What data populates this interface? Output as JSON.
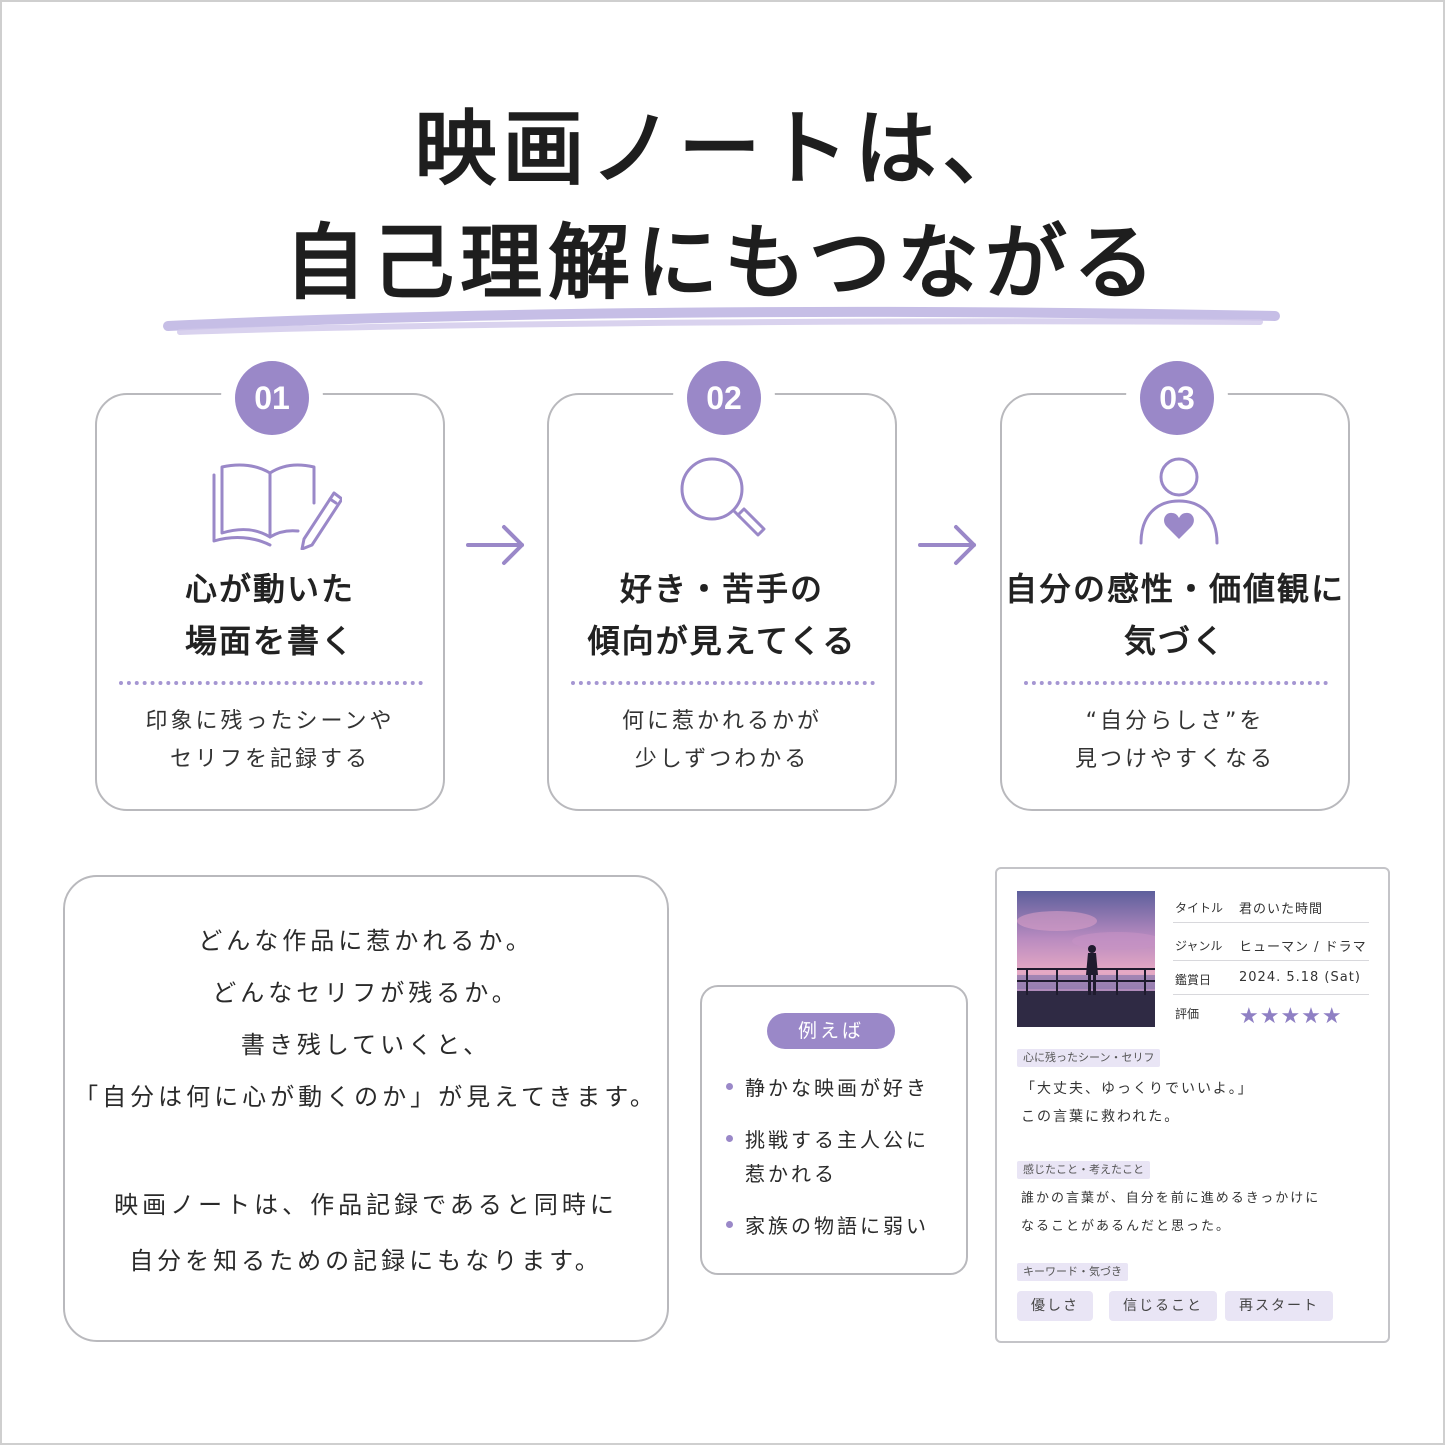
{
  "title": {
    "line1": "映画ノートは、",
    "line2": "自己理解にもつながる"
  },
  "steps": [
    {
      "number": "01",
      "icon": "book-pencil-icon",
      "heading_line1": "心が動いた",
      "heading_line2": "場面を書く",
      "text_line1": "印象に残ったシーンや",
      "text_line2": "セリフを記録する"
    },
    {
      "number": "02",
      "icon": "magnifier-icon",
      "heading_line1": "好き・苦手の",
      "heading_line2": "傾向が見えてくる",
      "text_line1": "何に惹かれるかが",
      "text_line2": "少しずつわかる"
    },
    {
      "number": "03",
      "icon": "person-heart-icon",
      "heading_line1": "自分の感性・価値観に",
      "heading_line2": "気づく",
      "text_line1": "“自分らしさ”を",
      "text_line2": "見つけやすくなる"
    }
  ],
  "summary": {
    "lines": [
      "どんな作品に惹かれるか。",
      "どんなセリフが残るか。",
      "書き残していくと、",
      "「自分は何に心が動くのか」が見えてきます。",
      "映画ノートは、作品記録であると同時に",
      "自分を知るための記録にもなります。"
    ]
  },
  "examples": {
    "badge": "例えば",
    "items": [
      {
        "line1": "静かな映画が好き",
        "line2": ""
      },
      {
        "line1": "挑戦する主人公に",
        "line2": "惹かれる"
      },
      {
        "line1": "家族の物語に弱い",
        "line2": ""
      }
    ]
  },
  "note": {
    "meta": [
      {
        "key": "タイトル",
        "value": "君のいた時間"
      },
      {
        "key": "ジャンル",
        "value": "ヒューマン / ドラマ"
      },
      {
        "key": "鑑賞日",
        "value": "2024. 5.18 (Sat)"
      },
      {
        "key": "評価",
        "value": ""
      }
    ],
    "stars": "★★★★★",
    "rating": 5,
    "scene_tag": "心に残ったシーン・セリフ",
    "scene_line1": "「大丈夫、ゆっくりでいいよ。」",
    "scene_line2": "この言葉に救われた。",
    "thoughts_tag": "感じたこと・考えたこと",
    "thoughts_line1": "誰かの言葉が、自分を前に進めるきっかけに",
    "thoughts_line2": "なることがあるんだと思った。",
    "keyword_tag": "キーワード・気づき",
    "keywords": [
      "優しさ",
      "信じること",
      "再スタート"
    ]
  },
  "colors": {
    "accent": "#9a88c8",
    "accent_light": "#e9e5f5",
    "border": "#b9b9bd",
    "text": "#2a2a2a"
  }
}
